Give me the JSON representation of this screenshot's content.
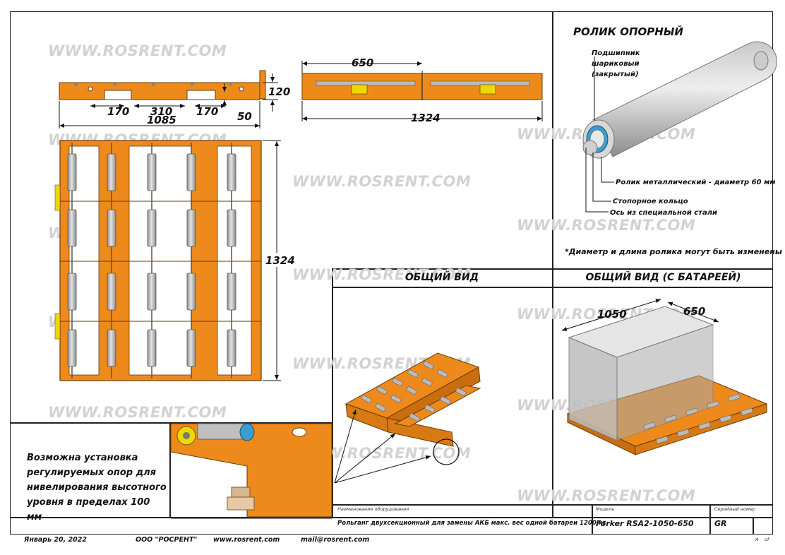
{
  "watermark": "WWW.ROSRENT.COM",
  "dimensions": {
    "d170a": "170",
    "d310": "310",
    "d170b": "170",
    "d1085": "1085",
    "d120": "120",
    "d50": "50",
    "d650": "650",
    "d1324_top": "1324",
    "d1324_side": "1324",
    "d1050": "1050",
    "d650_battery": "650"
  },
  "roller": {
    "title": "РОЛИК ОПОРНЫЙ",
    "bearing_label": [
      "Подшипник",
      "шариковый",
      "(закрытый)"
    ],
    "metal_roller": "Ролик металлический - диаметр 60 мм",
    "ring": "Стопорное кольцо",
    "axis": "Ось из специальной стали",
    "footnote": "*Диаметр и длина ролика могут быть изменены"
  },
  "views": {
    "general": "ОБЩИЙ ВИД",
    "general_battery": "ОБЩИЙ ВИД (С БАТАРЕЕЙ)"
  },
  "info_text": [
    "Возможна установка",
    "регулируемых опор для",
    "нивелирования высотного",
    "уровня в пределах 100 мм"
  ],
  "title_block": {
    "name_header": "Наименование оборудования",
    "name_value": "Рольганг двухсекционный для замены АКБ макс. вес одной батареи 1200 кг",
    "model_header": "Модель",
    "model_value": "Forker RSA2-1050-650",
    "serial_header": "Серийный номер",
    "serial_value": "GR",
    "sheet": "A",
    "sheet_of": "of"
  },
  "footer": {
    "date": "Январь 20, 2022",
    "company": "ООО \"РОСРЕНТ\"",
    "site": "www.rosrent.com",
    "mail": "mail@rosrent.com"
  },
  "colors": {
    "orange": "#ee8a1c",
    "roller": "#b8b8b8",
    "line": "#222222",
    "watermark": "#d2d2d2"
  }
}
